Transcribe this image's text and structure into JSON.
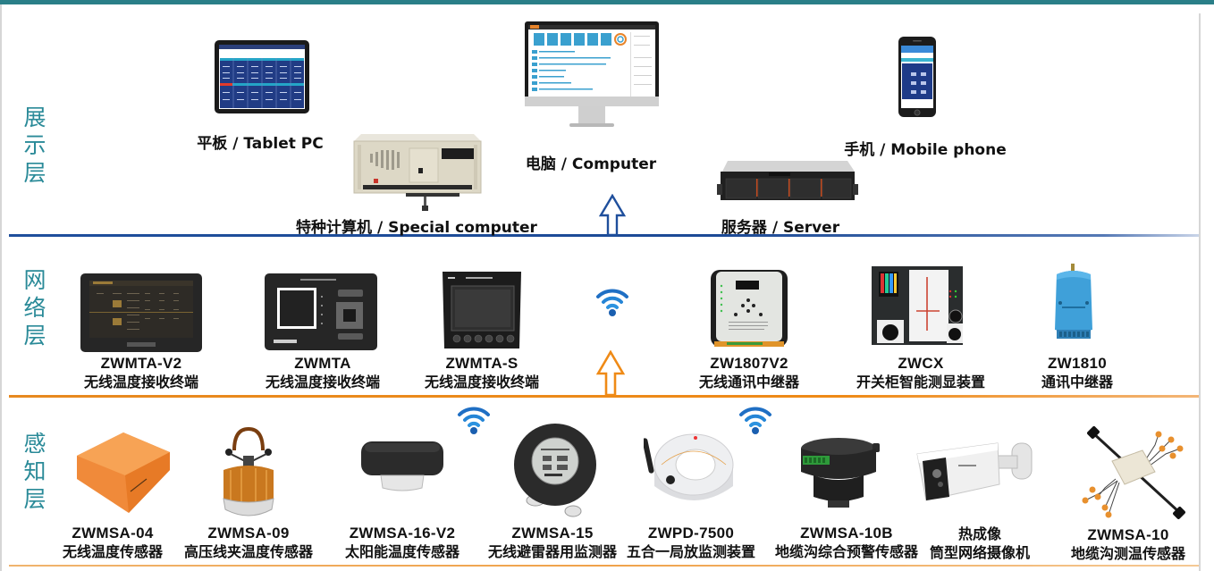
{
  "layers": [
    {
      "id": "display",
      "label": "展示层",
      "line_color": "#1f4f9c"
    },
    {
      "id": "network",
      "label": "网络层",
      "line_color": "#ef8a16"
    },
    {
      "id": "perception",
      "label": "感知层",
      "line_color": "#f0a24a"
    }
  ],
  "colors": {
    "header_bar": "#2a7f88",
    "layer_label": "#2a8a98",
    "arrow_display": "#1f4f9c",
    "arrow_network": "#ef8a16",
    "wifi": "#1f6fc4"
  },
  "display_layer": {
    "items": [
      {
        "label": "平板 / Tablet PC",
        "icon": "tablet-icon"
      },
      {
        "label": "特种计算机 / Special computer",
        "icon": "industrial-computer-icon"
      },
      {
        "label": "电脑 / Computer",
        "icon": "desktop-monitor-icon"
      },
      {
        "label": "服务器 / Server",
        "icon": "rack-server-icon"
      },
      {
        "label": "手机 / Mobile phone",
        "icon": "smartphone-icon"
      }
    ]
  },
  "network_layer": {
    "items": [
      {
        "model": "ZWMTA-V2",
        "desc": "无线温度接收终端",
        "icon": "touchscreen-terminal-icon"
      },
      {
        "model": "ZWMTA",
        "desc": "无线温度接收终端",
        "icon": "panel-terminal-icon"
      },
      {
        "model": "ZWMTA-S",
        "desc": "无线温度接收终端",
        "icon": "square-meter-icon"
      },
      {
        "model": "ZW1807V2",
        "desc": "无线通讯中继器",
        "icon": "relay-box-icon"
      },
      {
        "model": "ZWCX",
        "desc": "开关柜智能测显装置",
        "icon": "switchgear-display-icon"
      },
      {
        "model": "ZW1810",
        "desc": "通讯中继器",
        "icon": "din-relay-icon"
      }
    ]
  },
  "perception_layer": {
    "items": [
      {
        "model": "ZWMSA-04",
        "desc": "无线温度传感器",
        "icon": "orange-sensor-icon"
      },
      {
        "model": "ZWMSA-09",
        "desc": "高压线夹温度传感器",
        "icon": "clamp-sensor-icon"
      },
      {
        "model": "ZWMSA-16-V2",
        "desc": "太阳能温度传感器",
        "icon": "solar-sensor-icon"
      },
      {
        "model": "ZWMSA-15",
        "desc": "无线避雷器用监测器",
        "icon": "arrester-monitor-icon"
      },
      {
        "model": "ZWPD-7500",
        "desc": "五合一局放监测装置",
        "icon": "pd-monitor-icon"
      },
      {
        "model": "ZWMSA-10B",
        "desc": "地缆沟综合预警传感器",
        "icon": "cable-trench-sensor-icon"
      },
      {
        "model": "热成像",
        "desc": "筒型网络摄像机",
        "icon": "thermal-camera-icon"
      },
      {
        "model": "ZWMSA-10",
        "desc": "地缆沟测温传感器",
        "icon": "cable-temp-sensor-icon"
      }
    ]
  }
}
